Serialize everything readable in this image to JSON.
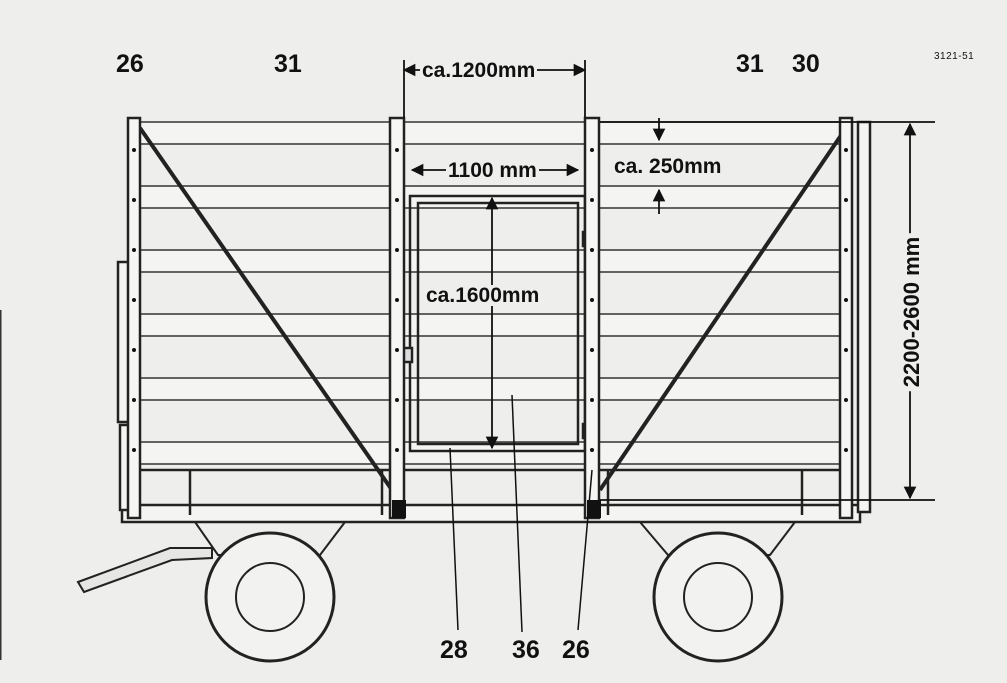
{
  "figure": {
    "ref_code": "3121-51",
    "part_labels": {
      "label_26_left": "26",
      "label_31_left": "31",
      "label_31_right": "31",
      "label_30": "30",
      "label_28": "28",
      "label_36": "36",
      "label_26_bottom": "26"
    },
    "dimensions": {
      "post_spacing": "ca.1200mm",
      "door_width": "1100 mm",
      "board_spacing": "ca. 250mm",
      "door_height": "ca.1600mm",
      "side_height": "2200-2600 mm"
    }
  }
}
